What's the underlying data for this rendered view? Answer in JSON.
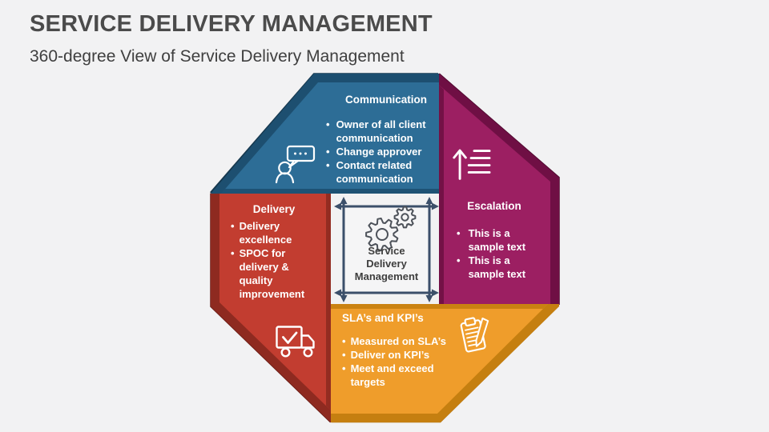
{
  "slide": {
    "title": "SERVICE DELIVERY MANAGEMENT",
    "subtitle": "360-degree View of Service Delivery Management",
    "background_color": "#f2f2f3"
  },
  "center": {
    "icon": "gears-icon",
    "lines": [
      "Service",
      "Delivery",
      "Management"
    ]
  },
  "sections": {
    "communication": {
      "title": "Communication",
      "icon": "person-speech-bubble-icon",
      "bullets": [
        "Owner of all client communication",
        "Change approver",
        "Contact related communication"
      ],
      "color": "#2d6d96",
      "color_dark": "#1d4f70"
    },
    "escalation": {
      "title": "Escalation",
      "icon": "escalation-arrow-icon",
      "bullets": [
        "This is a sample text",
        "This is a sample text"
      ],
      "color": "#9c1f62",
      "color_dark": "#6f0f44"
    },
    "delivery": {
      "title": "Delivery",
      "icon": "delivery-truck-check-icon",
      "bullets": [
        "Delivery excellence",
        "SPOC for delivery & quality improvement"
      ],
      "color": "#c23d30",
      "color_dark": "#8e2a20"
    },
    "slas_kpis": {
      "title": "SLA’s and KPI’s",
      "icon": "clipboard-pencil-icon",
      "bullets": [
        "Measured on SLA’s",
        "Deliver on KPI’s",
        "Meet and exceed targets"
      ],
      "color": "#ef9d2b",
      "color_dark": "#c57f10"
    }
  }
}
